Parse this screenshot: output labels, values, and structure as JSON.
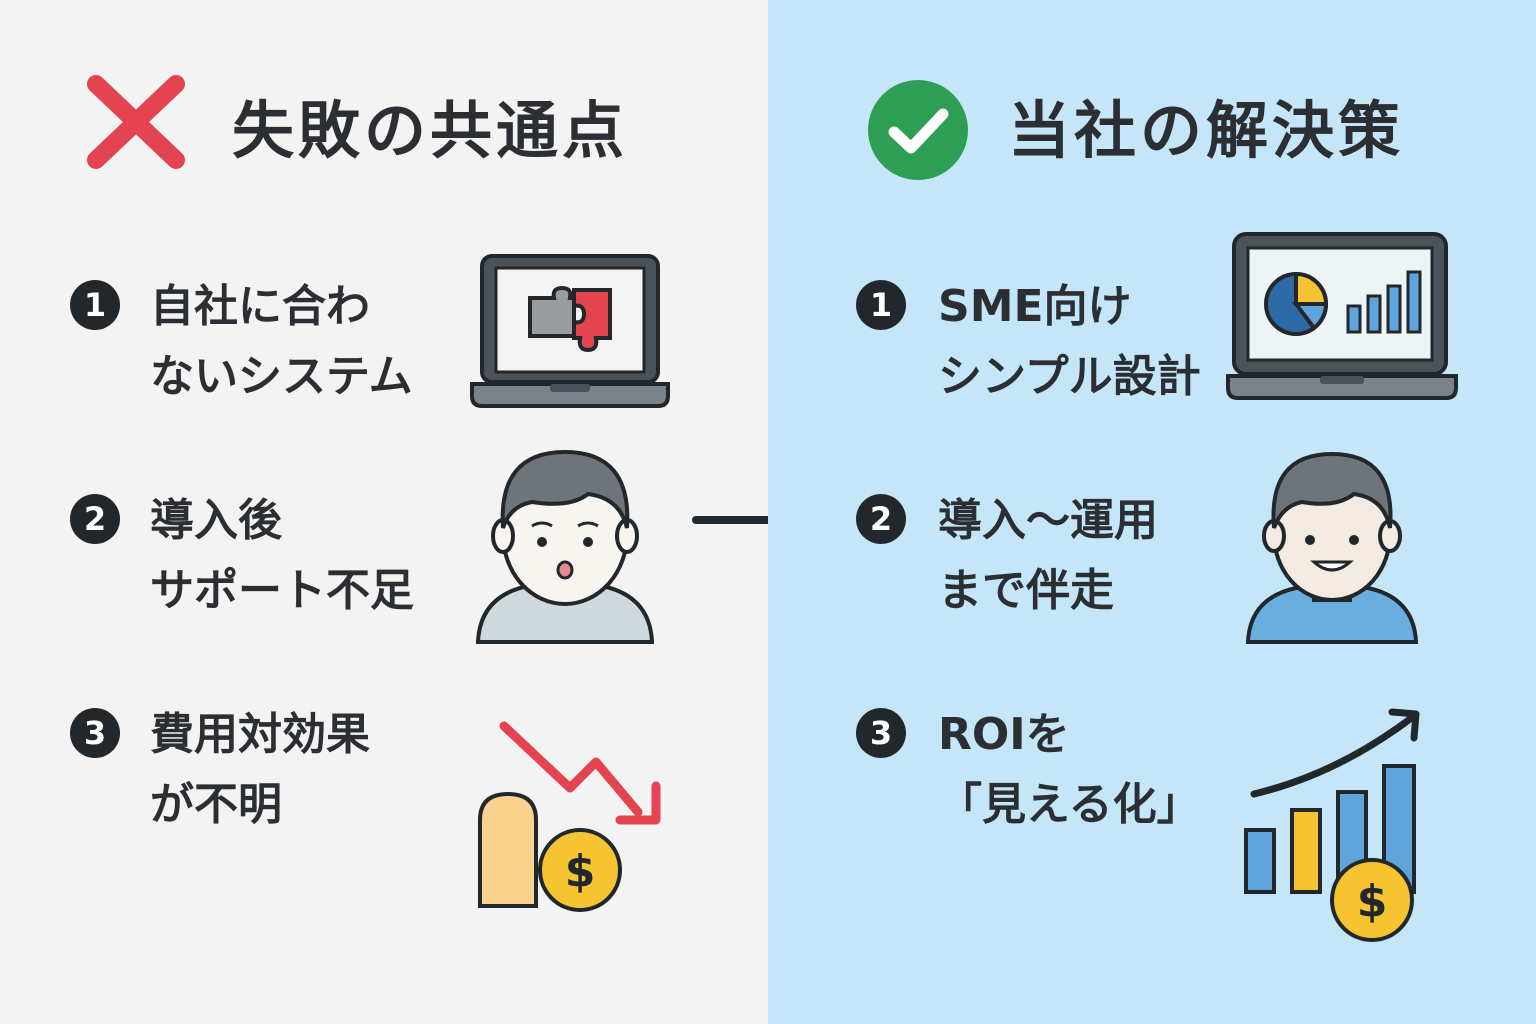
{
  "left": {
    "title": "失敗の共通点",
    "items": [
      {
        "number": "1",
        "line1": "自社に合わ",
        "line2": "ないシステム",
        "icon": "laptop-puzzle-icon"
      },
      {
        "number": "2",
        "line1": "導入後",
        "line2": "サポート不足",
        "icon": "worried-person-icon"
      },
      {
        "number": "3",
        "line1": "費用対効果",
        "line2": "が不明",
        "icon": "declining-cost-icon"
      }
    ],
    "header_icon": "red-cross-icon"
  },
  "right": {
    "title": "当社の解決策",
    "items": [
      {
        "number": "1",
        "line1": "SME向け",
        "line2": "シンプル設計",
        "icon": "laptop-chart-icon"
      },
      {
        "number": "2",
        "line1": "導入〜運用",
        "line2": "まで伴走",
        "icon": "happy-person-icon"
      },
      {
        "number": "3",
        "line1": "ROIを",
        "line2": "「見える化」",
        "icon": "growth-chart-icon"
      }
    ],
    "header_icon": "green-check-icon"
  },
  "colors": {
    "left_bg": "#f3f3f3",
    "right_bg": "#c5e6f8",
    "cross_red": "#e3444f",
    "check_green": "#2f9e55",
    "text_dark": "#2b2f33"
  }
}
